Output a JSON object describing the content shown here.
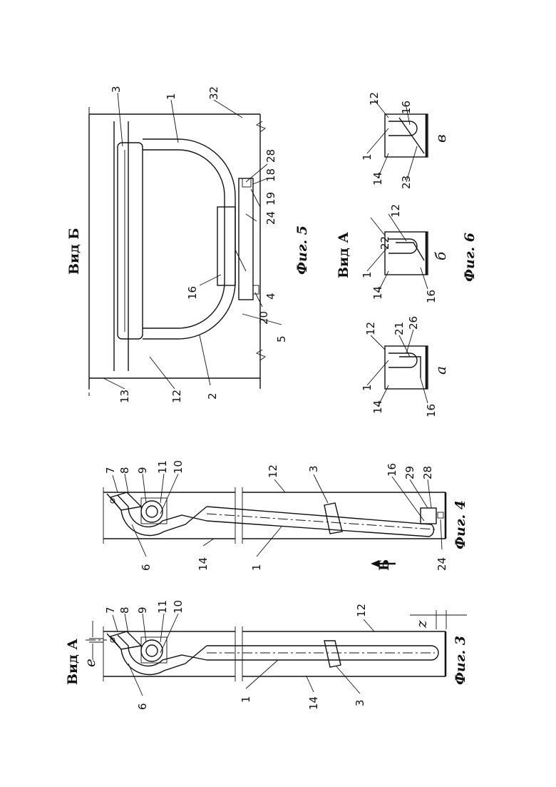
{
  "views": {
    "vid_a_top": "Вид А",
    "vid_b": "Вид Б",
    "vid_a_mid": "Вид А",
    "b_arrow": "Б"
  },
  "figures": {
    "fig3": "Фиг. 3",
    "fig4": "Фиг. 4",
    "fig5": "Фиг. 5",
    "fig6": "Фиг. 6"
  },
  "dims": {
    "e": "e",
    "z": "z"
  },
  "subfigs": {
    "a": "а",
    "b": "б",
    "v": "в"
  },
  "labels": {
    "fig3": [
      "7",
      "8",
      "9",
      "11",
      "10",
      "6",
      "12",
      "1",
      "14",
      "3"
    ],
    "fig4": [
      "7",
      "8",
      "9",
      "11",
      "10",
      "6",
      "12",
      "14",
      "1",
      "3",
      "16",
      "29",
      "28",
      "24"
    ],
    "fig5": [
      "3",
      "1",
      "32",
      "28",
      "18",
      "19",
      "24",
      "4",
      "16",
      "20",
      "5",
      "2",
      "12",
      "13"
    ],
    "fig6a": [
      "12",
      "26",
      "21",
      "1",
      "14",
      "16"
    ],
    "fig6b": [
      "12",
      "22",
      "1",
      "14",
      "16"
    ],
    "fig6v": [
      "12",
      "16",
      "1",
      "14",
      "23"
    ]
  }
}
